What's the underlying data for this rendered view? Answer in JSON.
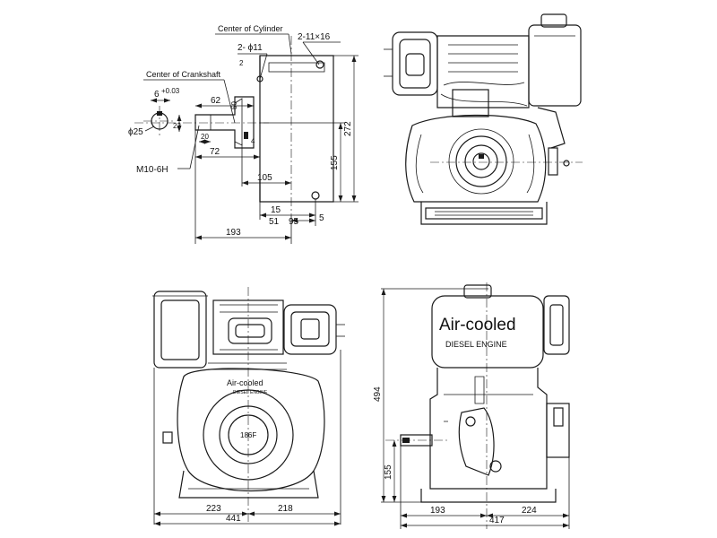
{
  "top_left_view": {
    "center_of_cylinder_label": "Center of Cylinder",
    "hole_spec_1": "2-11×16",
    "hole_spec_2": "2- ϕ11",
    "center_of_crankshaft_label": "Center of Crankshaft",
    "key_width": "6",
    "key_tolerance": "+0.03",
    "shaft_diameter": "ϕ25",
    "thread_spec": "M10-6H",
    "dim_62": "62",
    "dim_50": "50",
    "dim_22": "22",
    "dim_20": "20",
    "dim_4": "4",
    "dim_72": "72",
    "dim_105": "105",
    "dim_15": "15",
    "dim_51": "51",
    "dim_95": "95",
    "dim_5": "5",
    "dim_193": "193",
    "dim_155": "155",
    "dim_272": "272",
    "dim_2": "2"
  },
  "front_view": {
    "badge_text": "Air-cooled",
    "badge_subtext": "DIESEL ENGINE",
    "model_label": "186F",
    "dim_223": "223",
    "dim_218": "218",
    "dim_441": "441"
  },
  "side_view": {
    "badge_text": "Air-cooled",
    "badge_subtext": "DIESEL ENGINE",
    "dim_494": "494",
    "dim_155": "155",
    "dim_193": "193",
    "dim_224": "224",
    "dim_417": "417"
  }
}
